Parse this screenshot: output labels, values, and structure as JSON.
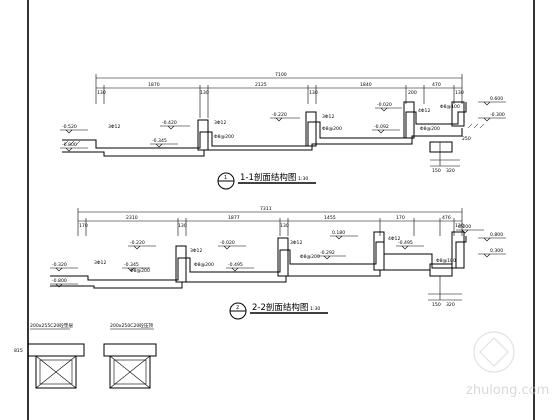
{
  "section1": {
    "title": "1-1剖面结构图",
    "scale": "1:30",
    "circle_label": "1",
    "total_dim": "7100",
    "segment_dims": [
      "130",
      "1870",
      "130",
      "2125",
      "130",
      "1840",
      "200",
      "470",
      "130"
    ],
    "elevations": [
      "-0.520",
      "-0.800",
      "-0.420",
      "-0.345",
      "-0.220",
      "-0.020",
      "-0.092",
      "0.600",
      "-0.300"
    ],
    "rebar_labels": [
      "3Φ12",
      "Φ8@200",
      "3Φ12",
      "Φ8@200",
      "3Φ12",
      "4Φ12",
      "Φ8@200",
      "Φ8@100"
    ],
    "bottom_dims": [
      "150",
      "320",
      "250"
    ]
  },
  "section2": {
    "title": "2-2剖面结构图",
    "scale": "1:30",
    "circle_label": "2",
    "total_dim": "7311",
    "segment_dims": [
      "170",
      "2310",
      "130",
      "1877",
      "130",
      "1455",
      "170",
      "476",
      "130"
    ],
    "elevations": [
      "-0.320",
      "-0.800",
      "-0.220",
      "-0.345",
      "-0.020",
      "-0.495",
      "0.180",
      "-0.292",
      "0.200",
      "-0.495",
      "0.800",
      "0.300"
    ],
    "rebar_labels": [
      "3Φ12",
      "Φ8@200",
      "3Φ12",
      "Φ8@200",
      "3Φ12",
      "Φ8@200",
      "4Φ12",
      "Φ8@100"
    ],
    "bottom_dims": [
      "150",
      "320"
    ]
  },
  "details": {
    "detail1_label": "200x255C20砼垫层",
    "detail2_label": "200x250C20砼压顶",
    "side_dim": "815"
  },
  "watermark": "zhulong.com"
}
